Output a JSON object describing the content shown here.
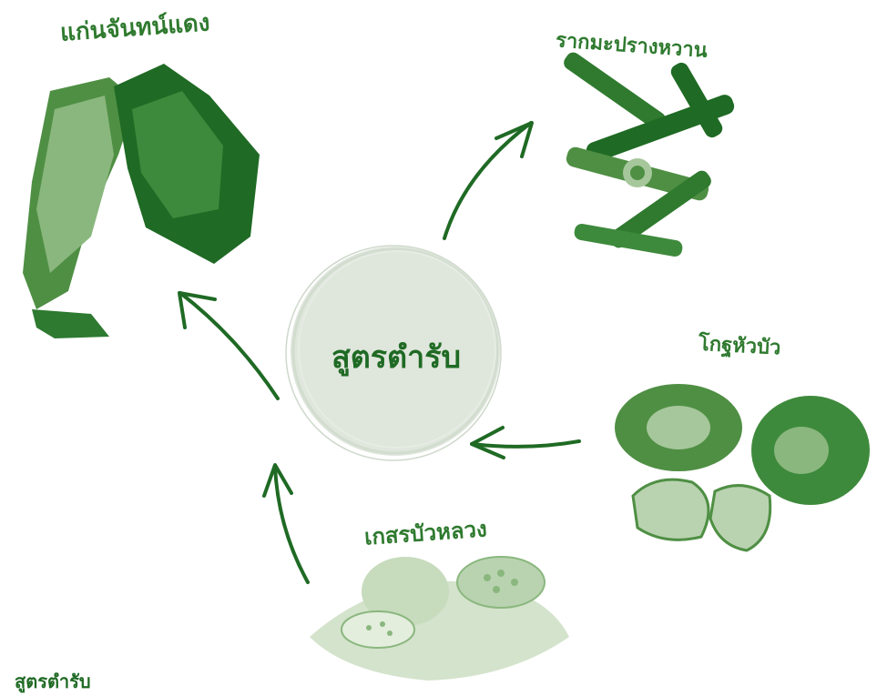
{
  "center": {
    "title": "สูตรตำรับ"
  },
  "ingredients": [
    {
      "name": "แก่นจันทน์แดง",
      "image": "red-sandalwood-heartwood"
    },
    {
      "name": "รากมะปรางหวาน",
      "image": "sweet-marian-plum-root"
    },
    {
      "name": "โกฐหัวบัว",
      "image": "lovage-rhizome"
    },
    {
      "name": "เกสรบัวหลวง",
      "image": "lotus-stamen-and-seedpod"
    }
  ],
  "footer": {
    "text": "สูตรตำรับ"
  },
  "colors": {
    "accent": "#2f7a2f",
    "dark_green": "#1f6a24",
    "circle": "#dfe6dc",
    "pale_green": "#dbe8d6",
    "arrow": "#1f6a24"
  }
}
